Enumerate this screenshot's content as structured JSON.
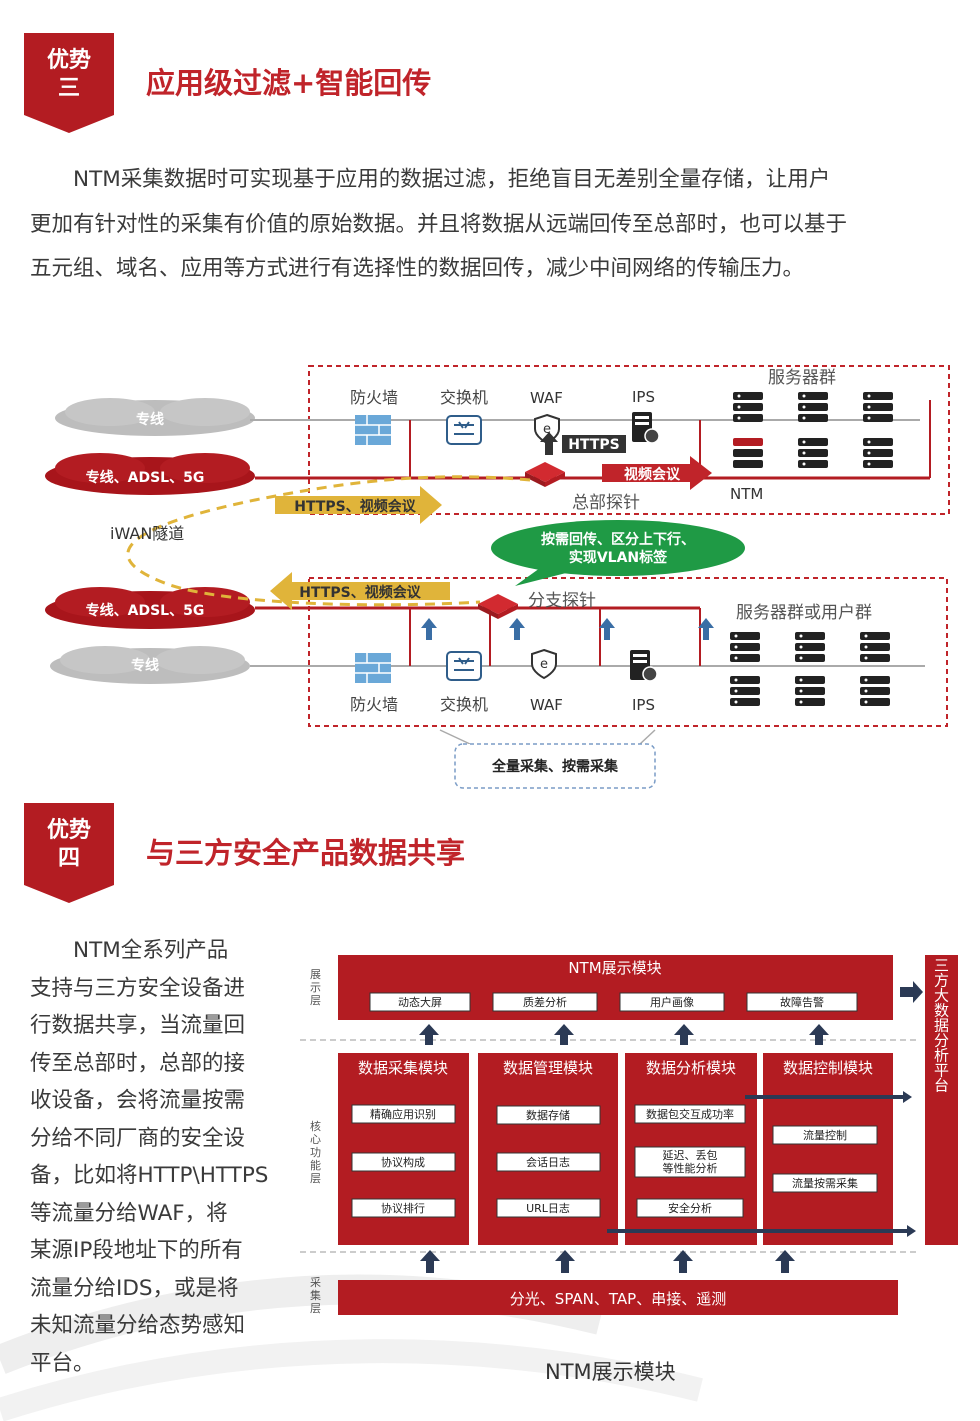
{
  "colors": {
    "brand_red": "#b31c22",
    "title_red": "#c0242a",
    "gold": "#e0b43a",
    "green": "#1f9a45"
  },
  "section3": {
    "badge_line1": "优势",
    "badge_line2": "三",
    "title": "应用级过滤+智能回传",
    "para_lines": [
      "NTM采集数据时可实现基于应用的数据过滤，拒绝盲目无差别全量存储，让用户",
      "更加有针对性的采集有价值的原始数据。并且将数据从远端回传至总部时，也可以基于",
      "五元组、域名、应用等方式进行有选择性的数据回传，减少中间网络的传输压力。"
    ]
  },
  "diagram1": {
    "cloud_top1": "专线",
    "cloud_top2": "专线、ADSL、5G",
    "cloud_bot1": "专线、ADSL、5G",
    "cloud_bot2": "专线",
    "firewall": "防火墙",
    "switch": "交换机",
    "waf": "WAF",
    "ips": "IPS",
    "server_group": "服务器群",
    "https": "HTTPS",
    "video_meeting": "视频会议",
    "hq_probe": "总部探针",
    "ntm": "NTM",
    "arrow_right": "HTTPS、视频会议",
    "arrow_left": "HTTPS、视频会议",
    "iwan": "iWAN隧道",
    "bubble_line1": "按需回传、区分上下行、",
    "bubble_line2": "实现VLAN标签",
    "branch_probe": "分支探针",
    "server_user_group": "服务器群或用户群",
    "collect": "全量采集、按需采集"
  },
  "section4": {
    "badge_line1": "优势",
    "badge_line2": "四",
    "title": "与三方安全产品数据共享",
    "para_lines": [
      "NTM全系列产品",
      "支持与三方安全设备进",
      "行数据共享，当流量回",
      "传至总部时，总部的接",
      "收设备，会将流量按需",
      "分给不同厂商的安全设",
      "备，比如将HTTP\\HTTPS",
      "等流量分给WAF，将",
      "某源IP段地址下的所有",
      "流量分给IDS，或是将",
      "未知流量分给态势感知",
      "平台。"
    ]
  },
  "diagram2": {
    "layer_display": "展示层",
    "layer_core": "核心功能层",
    "layer_collect": "采集层",
    "display_module": "NTM展示模块",
    "display_items": [
      "动态大屏",
      "质差分析",
      "用户画像",
      "故障告警"
    ],
    "modules": [
      {
        "title": "数据采集模块",
        "items": [
          "精确应用识别",
          "协议构成",
          "协议排行"
        ]
      },
      {
        "title": "数据管理模块",
        "items": [
          "数据存储",
          "会话日志",
          "URL日志"
        ]
      },
      {
        "title": "数据分析模块",
        "items": [
          "数据包交互成功率",
          "延迟、丢包",
          "等性能分析",
          "安全分析"
        ]
      },
      {
        "title": "数据控制模块",
        "items": [
          "流量控制",
          "流量按需采集"
        ]
      }
    ],
    "collect_bar": "分光、SPAN、TAP、串接、遥测",
    "third_party": "三方大数据分析平台"
  },
  "caption": "NTM展示模块"
}
